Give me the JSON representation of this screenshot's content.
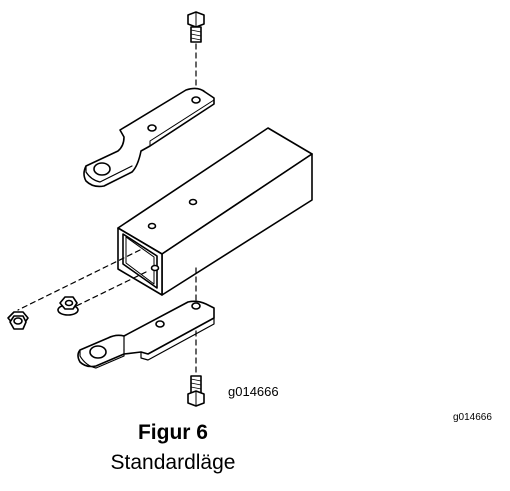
{
  "figure": {
    "part_code_inner": "g014666",
    "part_code_outer": "g014666",
    "number": "Figur 6",
    "caption": "Standardläge"
  }
}
